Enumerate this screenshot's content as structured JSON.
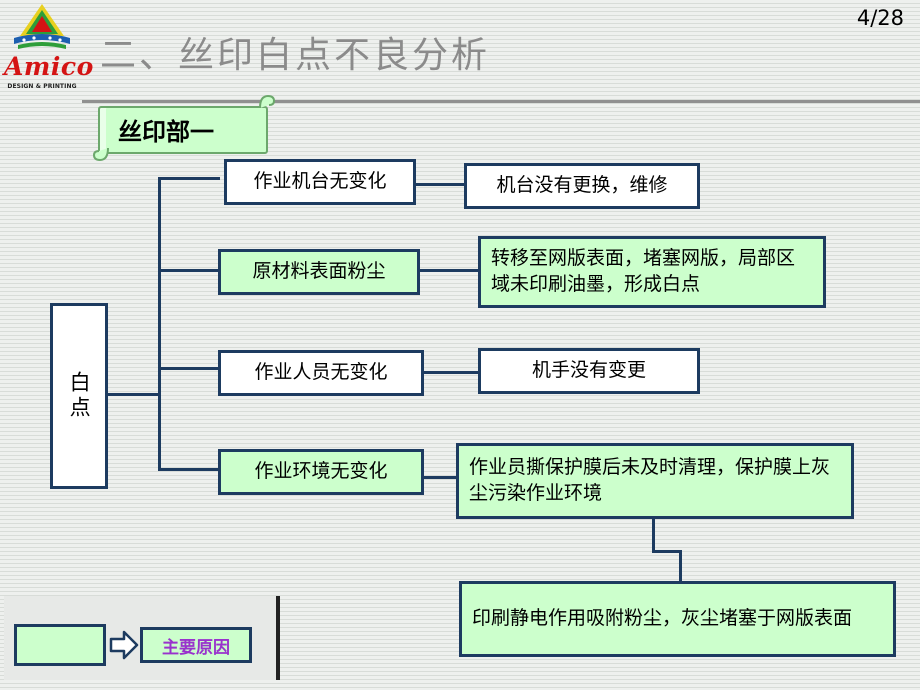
{
  "header": {
    "logo_text": "Amico",
    "logo_subtitle": "DESIGN & PRINTING",
    "page_number": "4/28",
    "title": "二、丝印白点不良分析"
  },
  "section_banner": "丝印部一",
  "root": {
    "label": "白点"
  },
  "causes": [
    {
      "label": "作业机台无变化",
      "highlighted": false
    },
    {
      "label": "原材料表面粉尘",
      "highlighted": true
    },
    {
      "label": "作业人员无变化",
      "highlighted": false
    },
    {
      "label": "作业环境无变化",
      "highlighted": true
    }
  ],
  "effects": [
    {
      "label": "机台没有更换，维修",
      "highlighted": false
    },
    {
      "label": "转移至网版表面，堵塞网版，局部区域未印刷油墨，形成白点",
      "highlighted": true
    },
    {
      "label": "机手没有变更",
      "highlighted": false
    },
    {
      "label": "作业员撕保护膜后未及时清理，保护膜上灰尘污染作业环境",
      "highlighted": true
    }
  ],
  "sub_effect": {
    "label": "印刷静电作用吸附粉尘，灰尘堵塞于网版表面",
    "highlighted": true
  },
  "legend": {
    "label": "主要原因"
  },
  "colors": {
    "highlight_fill": "#ccffcc",
    "border": "#1d3b60",
    "title_gray": "#8b8b8b",
    "legend_text": "#9933cc",
    "logo_red": "#d41414"
  }
}
